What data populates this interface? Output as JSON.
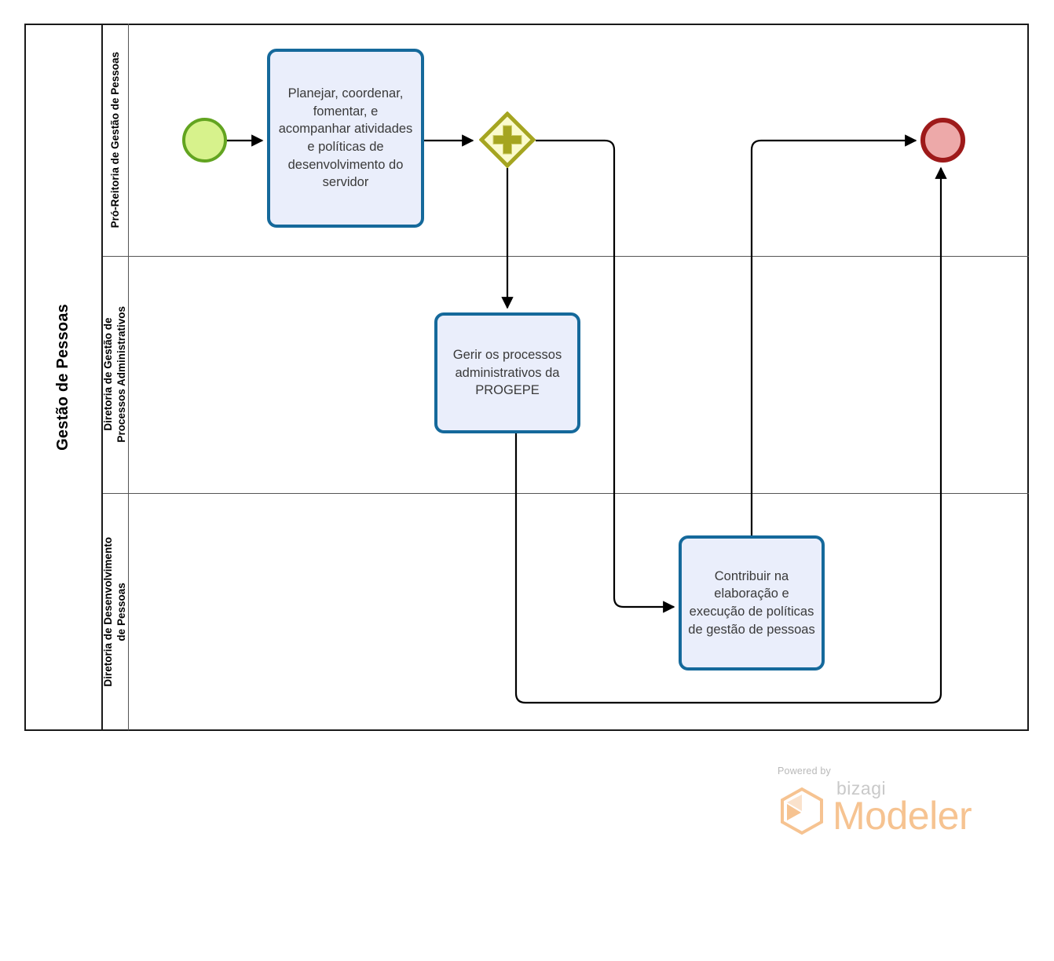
{
  "diagram": {
    "type": "bpmn-process-diagram",
    "pool": {
      "name": "Gestão de Pessoas",
      "lanes": [
        {
          "id": "lane-pro-reitoria",
          "name": "Pró-Reitoria de Gestão de Pessoas"
        },
        {
          "id": "lane-processos-adm",
          "name": "Diretoria de Gestão de\nProcessos Administrativos"
        },
        {
          "id": "lane-desenvolvimento",
          "name": "Diretoria de Desenvolvimento\nde Pessoas"
        }
      ]
    },
    "nodes": [
      {
        "id": "start-event",
        "type": "start-event",
        "lane": "lane-pro-reitoria",
        "label": "",
        "fill": "#d7f28c",
        "stroke": "#62a420"
      },
      {
        "id": "task-planejar",
        "type": "task",
        "lane": "lane-pro-reitoria",
        "label": "Planejar, coordenar, fomentar, e acompanhar atividades e políticas de desenvolvimento do servidor",
        "fill": "#eaeefb",
        "stroke": "#15699b"
      },
      {
        "id": "gateway-parallel",
        "type": "parallel-gateway",
        "lane": "lane-pro-reitoria",
        "label": "",
        "symbol": "plus",
        "fill": "#fbfbcd",
        "stroke": "#a5a520"
      },
      {
        "id": "task-gerir",
        "type": "task",
        "lane": "lane-processos-adm",
        "label": "Gerir os processos administrativos da PROGEPE",
        "fill": "#eaeefb",
        "stroke": "#15699b"
      },
      {
        "id": "task-contribuir",
        "type": "task",
        "lane": "lane-desenvolvimento",
        "label": "Contribuir na elaboração e execução de políticas de gestão de pessoas",
        "fill": "#eaeefb",
        "stroke": "#15699b"
      },
      {
        "id": "end-event",
        "type": "end-event",
        "lane": "lane-pro-reitoria",
        "label": "",
        "fill": "#eda9a9",
        "stroke": "#9e1a1a"
      }
    ],
    "flows": [
      {
        "id": "flow-start-to-planejar",
        "from": "start-event",
        "to": "task-planejar",
        "label": ""
      },
      {
        "id": "flow-planejar-to-gateway",
        "from": "task-planejar",
        "to": "gateway-parallel",
        "label": ""
      },
      {
        "id": "flow-gateway-to-gerir",
        "from": "gateway-parallel",
        "to": "task-gerir",
        "label": ""
      },
      {
        "id": "flow-gateway-to-contribuir",
        "from": "gateway-parallel",
        "to": "task-contribuir",
        "label": ""
      },
      {
        "id": "flow-contribuir-to-end",
        "from": "task-contribuir",
        "to": "end-event",
        "label": ""
      },
      {
        "id": "flow-gerir-to-end",
        "from": "task-gerir",
        "to": "end-event",
        "label": ""
      }
    ]
  },
  "branding": {
    "powered_by": "Powered by",
    "brand": "bizagi",
    "product": "Modeler",
    "accent_color": "#f6c391"
  }
}
